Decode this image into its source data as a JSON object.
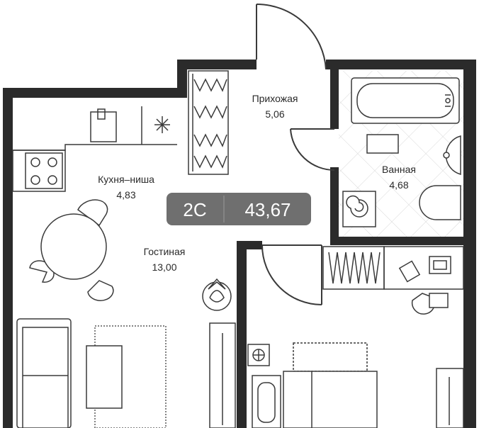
{
  "plan": {
    "type_label": "2С",
    "total_area": "43,67",
    "rooms": [
      {
        "name": "Прихожая",
        "area": "5,06"
      },
      {
        "name": "Ванная",
        "area": "4,68"
      },
      {
        "name": "Кухня–ниша",
        "area": "4,83"
      },
      {
        "name": "Гостиная",
        "area": "13,00"
      }
    ]
  },
  "colors": {
    "wall": "#2b2b2b",
    "line": "#3a3a3a",
    "badge_bg": "#6f6f6f",
    "background": "#ffffff"
  }
}
